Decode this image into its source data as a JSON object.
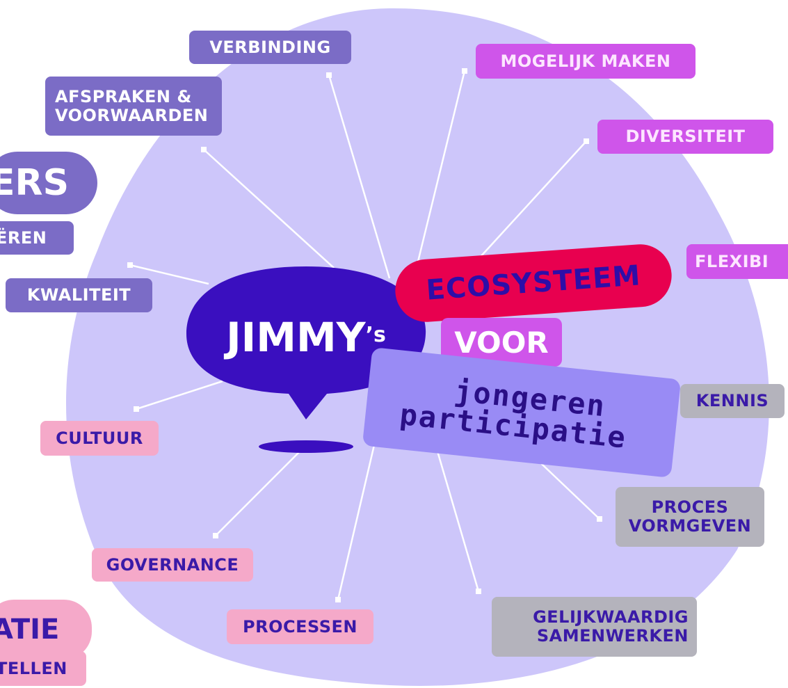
{
  "center": {
    "title": "JIMMY’s",
    "title_main": "JIMMY",
    "title_suffix": "’s",
    "ecosystem": "ECOSYSTEEM",
    "voor": "VOOR",
    "subject_line1": "jongeren",
    "subject_line2": "participatie"
  },
  "nodes": {
    "verbinding": "VERBINDING",
    "afspraken_line1": "AFSPRAKEN &",
    "afspraken_line2": "VOORWAARDEN",
    "kwaliteit": "KWALITEIT",
    "cultuur": "CULTUUR",
    "governance": "GOVERNANCE",
    "processen": "PROCESSEN",
    "gelijkwaardig_line1": "GELIJKWAARDIG",
    "gelijkwaardig_line2": "SAMENWERKEN",
    "proces_line1": "PROCES",
    "proces_line2": "VORMGEVEN",
    "kennis": "KENNIS",
    "flexibi": "FLEXIBI",
    "diversiteit": "DIVERSITEIT",
    "mogelijk_maken": "MOGELIJK MAKEN"
  },
  "partial_left": {
    "ers": "ERS",
    "eeren": "ËREN",
    "atie": "ATIE",
    "tellen": "TELLEN"
  },
  "colors": {
    "blob": "#cdc6fa",
    "connector": "#ffffff",
    "speech_bubble": "#3a0fbf",
    "ecosystem_bg": "#e8004f",
    "voor_bg": "#cf55ea",
    "subject_bg": "#998bf5",
    "purple_tag": "#7b6cc6",
    "magenta_tag": "#cf55ea",
    "pink_tag": "#f5a9c9",
    "grey_tag": "#b4b3bc"
  }
}
